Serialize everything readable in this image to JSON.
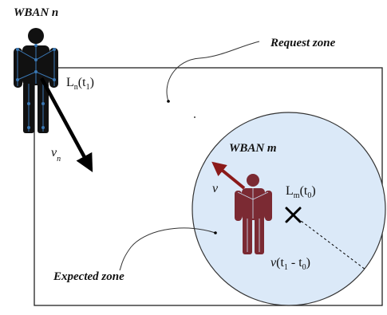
{
  "labels": {
    "wban_n": "WBAN n",
    "request_zone": "Request zone",
    "wban_m": "WBAN m",
    "expected_zone": "Expected zone",
    "ln_main": "L",
    "ln_sub": "n",
    "ln_arg_open": "(t",
    "ln_arg_sub": "1",
    "ln_arg_close": ")",
    "vn_main": "v",
    "vn_sub": "n",
    "v_m": "v",
    "lm_main": "L",
    "lm_sub": "m",
    "lm_arg_open": "(t",
    "lm_arg_sub": "0",
    "lm_arg_close": ")",
    "vt_main": "v",
    "vt_open": "(t",
    "vt_sub1": "1",
    "vt_mid": " - t",
    "vt_sub0": "0",
    "vt_close": ")"
  },
  "colors": {
    "person_n": "#111111",
    "person_m": "#7b2a33",
    "zone_fill": "#dbe9f8",
    "skeleton_n": "#3a78b5",
    "skeleton_m": "#c7cfe0",
    "arrow_n": "#000000",
    "arrow_m": "#8b1a1a"
  },
  "icons": {
    "person_n": "person-silhouette",
    "person_m": "person-silhouette",
    "position_marker": "cross-mark"
  }
}
